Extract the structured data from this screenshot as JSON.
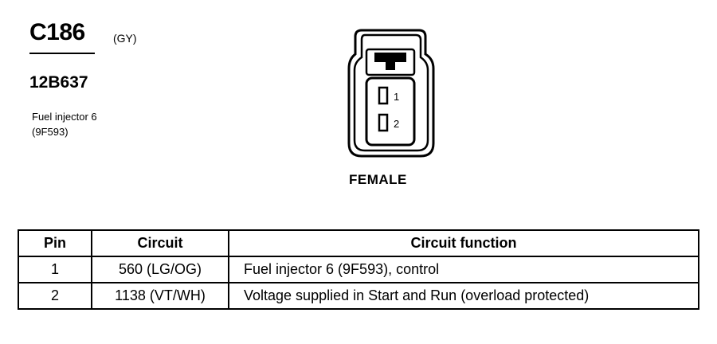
{
  "connector": {
    "id": "C186",
    "color": "(GY)",
    "part_number": "12B637",
    "component_name": "Fuel injector 6",
    "component_part": "(9F593)"
  },
  "diagram": {
    "pin_labels": [
      "1",
      "2"
    ],
    "gender": "FEMALE"
  },
  "table": {
    "headers": [
      "Pin",
      "Circuit",
      "Circuit function"
    ],
    "rows": [
      [
        "1",
        "560 (LG/OG)",
        "Fuel injector 6 (9F593), control"
      ],
      [
        "2",
        "1138 (VT/WH)",
        "Voltage supplied in Start and Run (overload protected)"
      ]
    ]
  }
}
